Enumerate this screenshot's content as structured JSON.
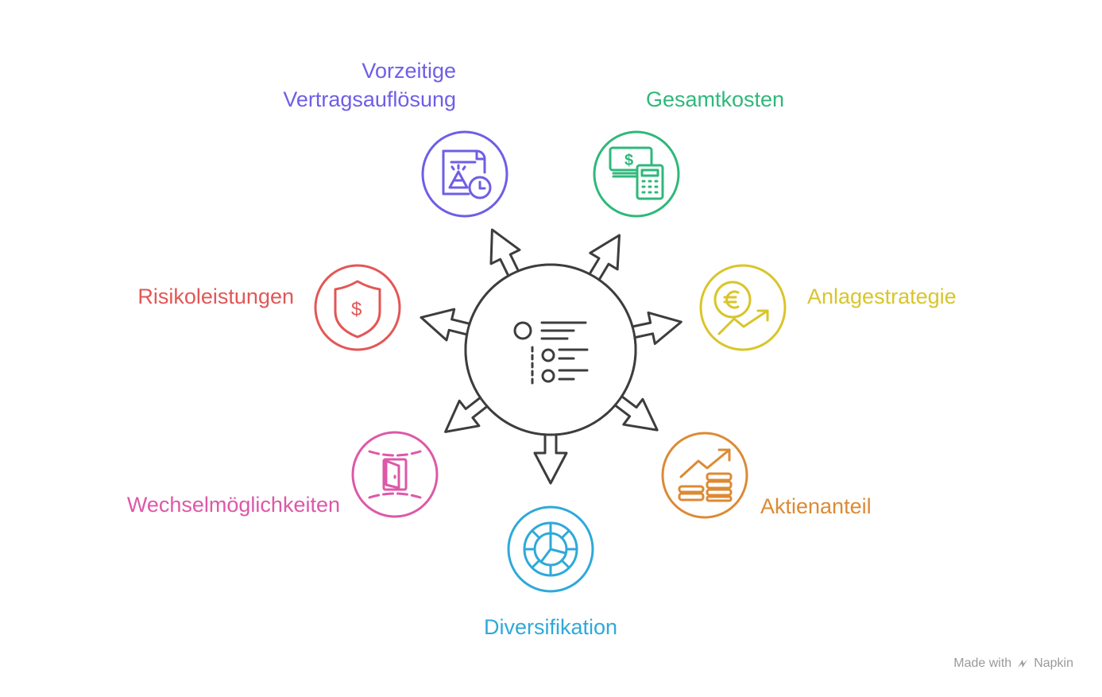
{
  "hub": {
    "icon": "list-icon"
  },
  "nodes": [
    {
      "id": "early-termination",
      "lines": [
        "Vorzeitige",
        "Vertragsauflösung"
      ],
      "color": "#6e5ee6",
      "icon": "contract-hourglass-clock-icon"
    },
    {
      "id": "total-costs",
      "lines": [
        "Gesamtkosten"
      ],
      "color": "#2eb87a",
      "icon": "money-calculator-icon"
    },
    {
      "id": "investment-strategy",
      "lines": [
        "Anlagestrategie"
      ],
      "color": "#d9c52a",
      "icon": "euro-growth-icon"
    },
    {
      "id": "equity-share",
      "lines": [
        "Aktienanteil"
      ],
      "color": "#dc8a34",
      "icon": "coins-trend-icon"
    },
    {
      "id": "diversification",
      "lines": [
        "Diversifikation"
      ],
      "color": "#2ea9d9",
      "icon": "pie-chart-icon"
    },
    {
      "id": "switching-options",
      "lines": [
        "Wechselmöglichkeiten"
      ],
      "color": "#dd58a8",
      "icon": "door-switch-icon"
    },
    {
      "id": "risk-benefits",
      "lines": [
        "Risikoleistungen"
      ],
      "color": "#e35656",
      "icon": "shield-dollar-icon"
    }
  ],
  "watermark": {
    "text": "Made with",
    "brand": "Napkin"
  }
}
